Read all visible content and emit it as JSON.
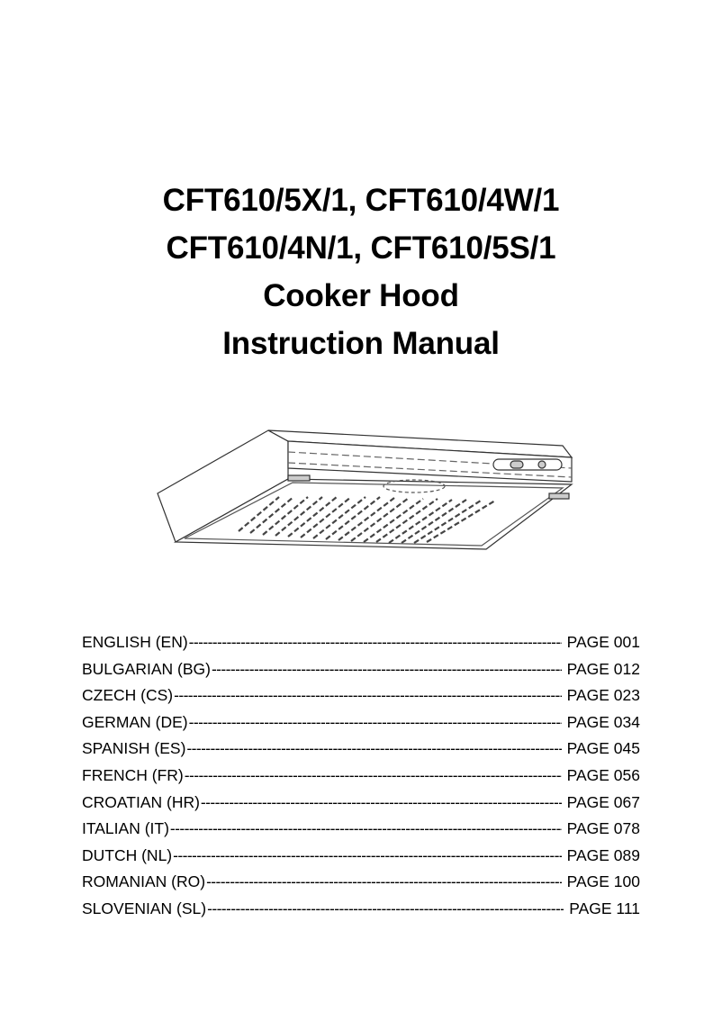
{
  "document": {
    "title_lines": [
      "CFT610/5X/1, CFT610/4W/1",
      "CFT610/4N/1, CFT610/5S/1",
      "Cooker Hood",
      "Instruction Manual"
    ],
    "illustration": {
      "icon": "cooker-hood-illustration"
    },
    "toc": [
      {
        "language": "ENGLISH (EN)",
        "page": "PAGE 001"
      },
      {
        "language": "BULGARIAN (BG)",
        "page": "PAGE 012"
      },
      {
        "language": "CZECH (CS)",
        "page": "PAGE 023"
      },
      {
        "language": "GERMAN (DE)",
        "page": "PAGE 034"
      },
      {
        "language": "SPANISH (ES) ",
        "page": "PAGE 045"
      },
      {
        "language": "FRENCH (FR)",
        "page": "PAGE 056"
      },
      {
        "language": "CROATIAN (HR) ",
        "page": "PAGE 067"
      },
      {
        "language": "ITALIAN (IT) ",
        "page": "PAGE 078"
      },
      {
        "language": "DUTCH (NL)",
        "page": "PAGE 089"
      },
      {
        "language": "ROMANIAN (RO)",
        "page": "PAGE 100"
      },
      {
        "language": "SLOVENIAN (SL) ",
        "page": "PAGE 111"
      }
    ],
    "leader": "------------------------------------------------------------------------------------------------------"
  }
}
